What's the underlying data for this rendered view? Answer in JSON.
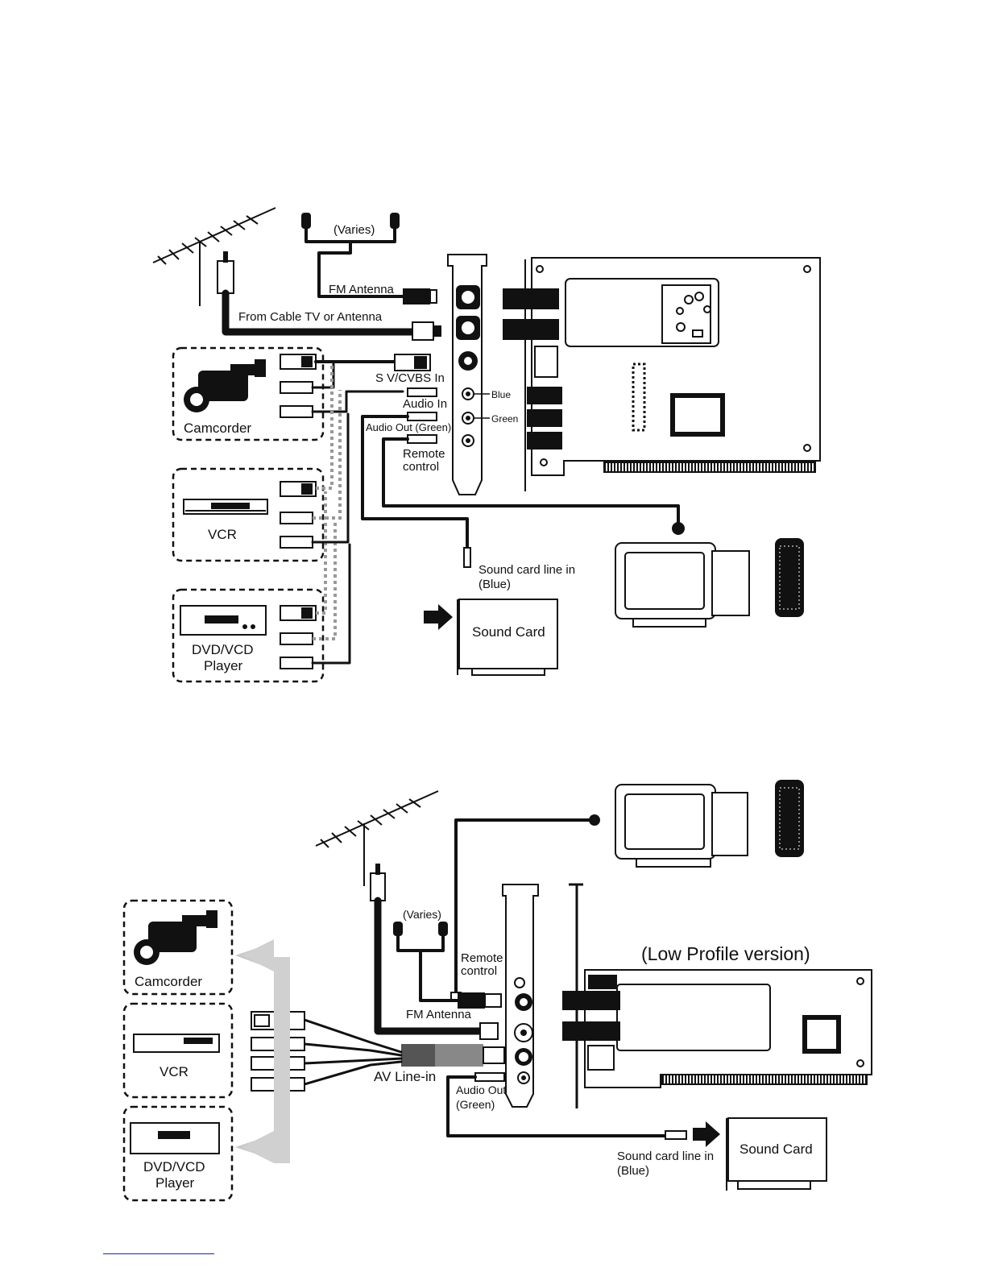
{
  "diagram_top": {
    "varies": "(Varies)",
    "fm_antenna": "FM Antenna",
    "from_cable": "From Cable TV or Antenna",
    "svcvbs_in": "S V/CVBS In",
    "audio_in": "Audio In",
    "audio_out": "Audio Out (Green)",
    "remote_control_line1": "Remote",
    "remote_control_line2": "control",
    "blue": "Blue",
    "green": "Green",
    "camcorder": "Camcorder",
    "vcr": "VCR",
    "dvd_line1": "DVD/VCD",
    "dvd_line2": "Player",
    "sound_card_line_in_1": "Sound card line in",
    "sound_card_line_in_2": "(Blue)",
    "sound_card": "Sound Card"
  },
  "diagram_bottom": {
    "low_profile": "(Low Profile version)",
    "varies": "(Varies)",
    "remote_control_line1": "Remote",
    "remote_control_line2": "control",
    "fm_antenna": "FM Antenna",
    "av_line_in": "AV Line-in",
    "audio_out_line1": "Audio Out",
    "audio_out_line2": "(Green)",
    "camcorder": "Camcorder",
    "vcr": "VCR",
    "dvd_line1": "DVD/VCD",
    "dvd_line2": "Player",
    "sound_card_line_in_1": "Sound card line in",
    "sound_card_line_in_2": "(Blue)",
    "sound_card": "Sound Card"
  }
}
